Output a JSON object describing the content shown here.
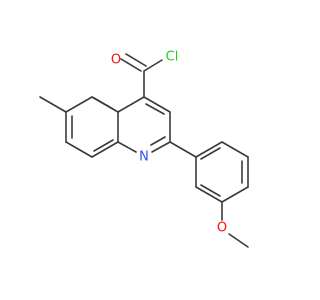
{
  "atoms": {
    "carbonyl_oxygen": {
      "symbol": "O",
      "color": "#ff0d0d"
    },
    "chlorine": {
      "symbol": "Cl",
      "color": "#1fd01f"
    },
    "ring_nitrogen": {
      "symbol": "N",
      "color": "#3050f8"
    },
    "ether_oxygen": {
      "symbol": "O",
      "color": "#ff0d0d"
    }
  },
  "colors": {
    "bond": "#3a3a3a",
    "background": "#ffffff"
  }
}
